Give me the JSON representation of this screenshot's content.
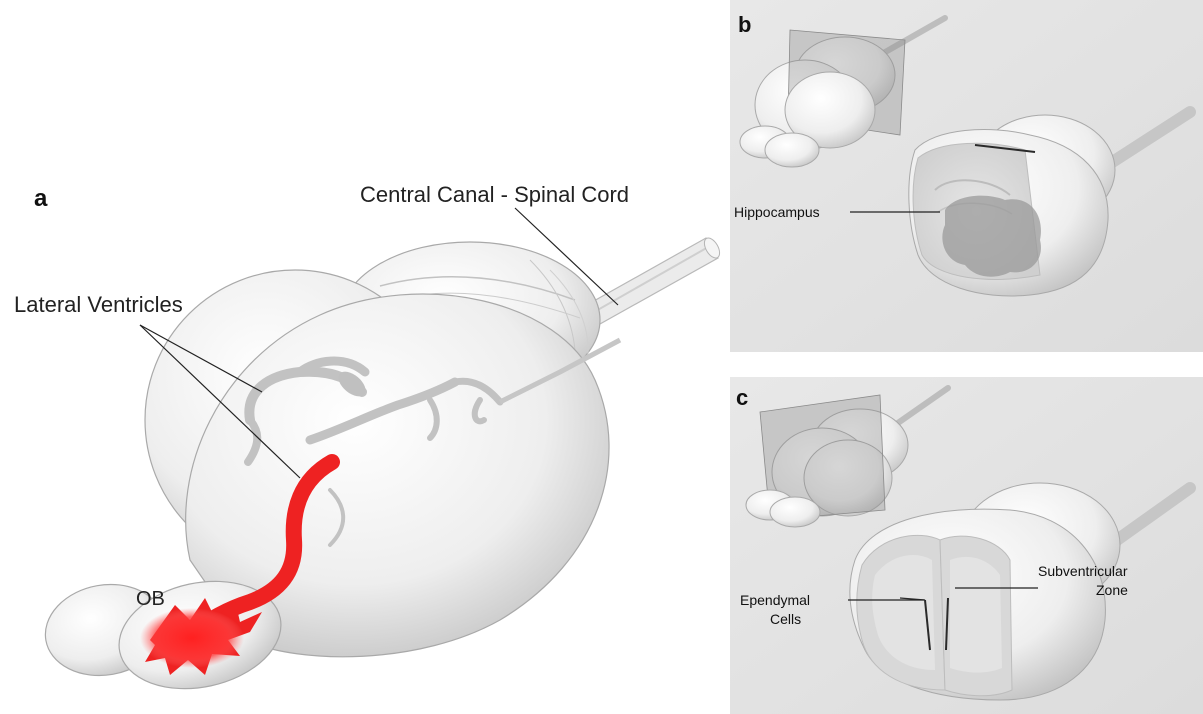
{
  "panels": {
    "a": {
      "letter": "a",
      "labels": {
        "central_canal": "Central Canal - Spinal Cord",
        "lateral_ventricles": "Lateral Ventricles",
        "ob": "OB"
      }
    },
    "b": {
      "letter": "b",
      "labels": {
        "hippocampus": "Hippocampus"
      }
    },
    "c": {
      "letter": "c",
      "labels": {
        "ependymal_line1": "Ependymal",
        "ependymal_line2": "Cells",
        "subventricular_line1": "Subventricular",
        "subventricular_line2": "Zone"
      }
    }
  },
  "colors": {
    "rms_highlight": "#ee2222",
    "panel_background": "#e4e4e4",
    "brain_surface": "#f2f2f2",
    "ventricle": "#c4c4c4"
  }
}
